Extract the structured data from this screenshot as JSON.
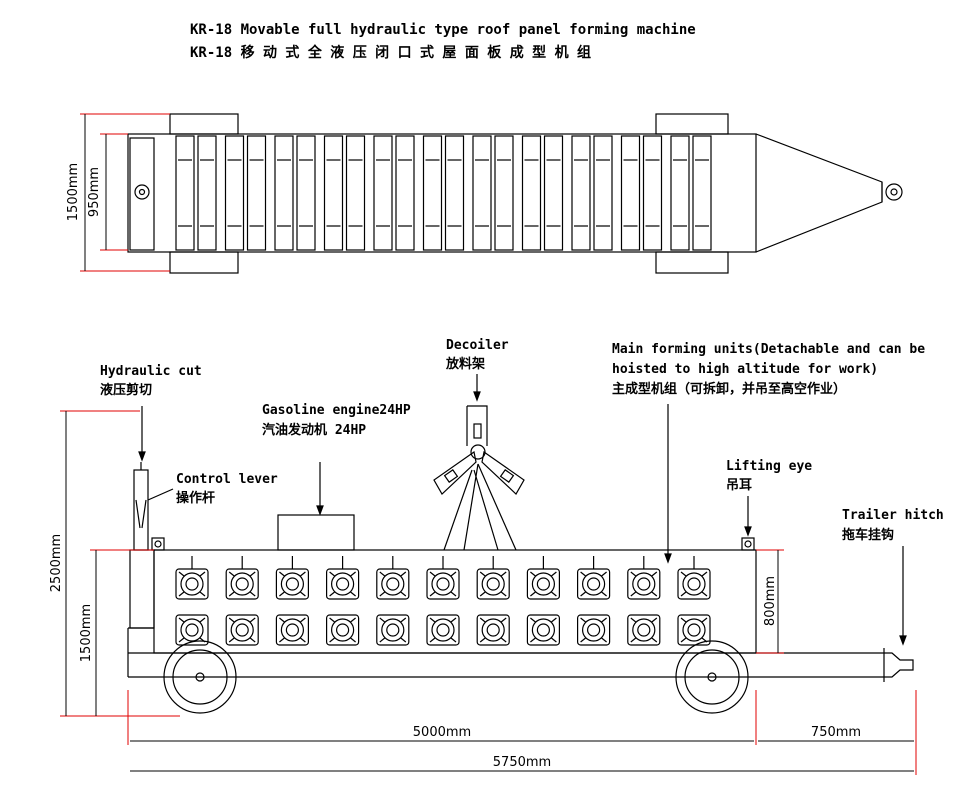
{
  "title": {
    "en": "KR-18 Movable full hydraulic type roof panel forming machine",
    "cn": "KR-18 移 动 式 全 液 压 闭 口 式 屋 面 板 成 型 机 组"
  },
  "top_view": {
    "dim_outer": "1500mm",
    "dim_inner": "950mm"
  },
  "side_view": {
    "hydraulic_cut": {
      "en": "Hydraulic cut",
      "cn": "液压剪切"
    },
    "control_lever": {
      "en": "Control lever",
      "cn": "操作杆"
    },
    "gasoline_engine": {
      "en": "Gasoline engine24HP",
      "cn": "汽油发动机 24HP"
    },
    "decoiler": {
      "en": "Decoiler",
      "cn": "放料架"
    },
    "main_forming": {
      "en1": "Main forming units(Detachable and can be",
      "en2": "hoisted to high altitude for work)",
      "cn": "主成型机组（可拆卸，并吊至高空作业）"
    },
    "lifting_eye": {
      "en": "Lifting eye",
      "cn": "吊耳"
    },
    "trailer_hitch": {
      "en": "Trailer hitch",
      "cn": "拖车挂钩"
    },
    "dims": {
      "total_height": "2500mm",
      "frame_height": "1500mm",
      "unit_height": "800mm",
      "body_length": "5000mm",
      "hitch_length": "750mm",
      "total_length": "5750mm"
    }
  },
  "colors": {
    "line": "#000000",
    "dimension_red": "#e00000"
  }
}
